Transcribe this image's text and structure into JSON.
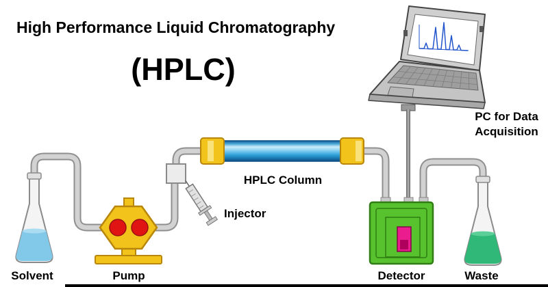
{
  "title": "High Performance Liquid Chromatography",
  "subtitle": "(HPLC)",
  "labels": {
    "solvent": "Solvent",
    "pump": "Pump",
    "injector": "Injector",
    "hplc_column": "HPLC Column",
    "detector": "Detector",
    "waste": "Waste",
    "pc": "PC for Data Acquisition"
  },
  "colors": {
    "solvent_liquid": "#82c8e8",
    "waste_liquid": "#2fb877",
    "pump_body": "#f2c41b",
    "pump_rotor": "#e11414",
    "column_body": "#2e9fd8",
    "column_cap": "#f2c41b",
    "detector_body": "#58c22e",
    "detector_cell": "#ea1c8e",
    "tubing": "#d2d2d2",
    "chromatogram_trace": "#2255cc"
  }
}
